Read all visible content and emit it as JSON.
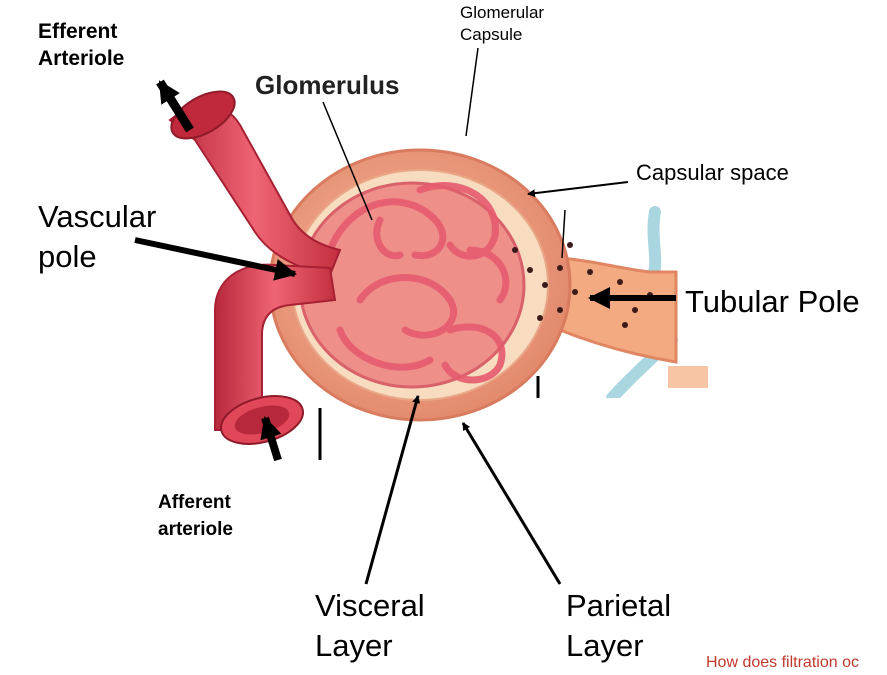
{
  "labels": {
    "efferent_arteriole": "Efferent\nArteriole",
    "glomerular_capsule": "Glomerular\nCapsule",
    "glomerulus": "Glomerulus",
    "capsular_space": "Capsular space",
    "vascular_pole": "Vascular\npole",
    "tubular_pole": "Tubular Pole",
    "afferent_arteriole": "Afferent\narteriole",
    "visceral_layer": "Visceral\nLayer",
    "parietal_layer": "Parietal\nLayer"
  },
  "footer": {
    "text": "How does filtration oc"
  },
  "colors": {
    "vessel": "#e0485a",
    "vessel_dark": "#b8283c",
    "capsule": "#e69a78",
    "capsule_light": "#f7d9b8",
    "tubule": "#f1a77c",
    "nerve": "#a9d6e0",
    "arrow": "#000000"
  }
}
